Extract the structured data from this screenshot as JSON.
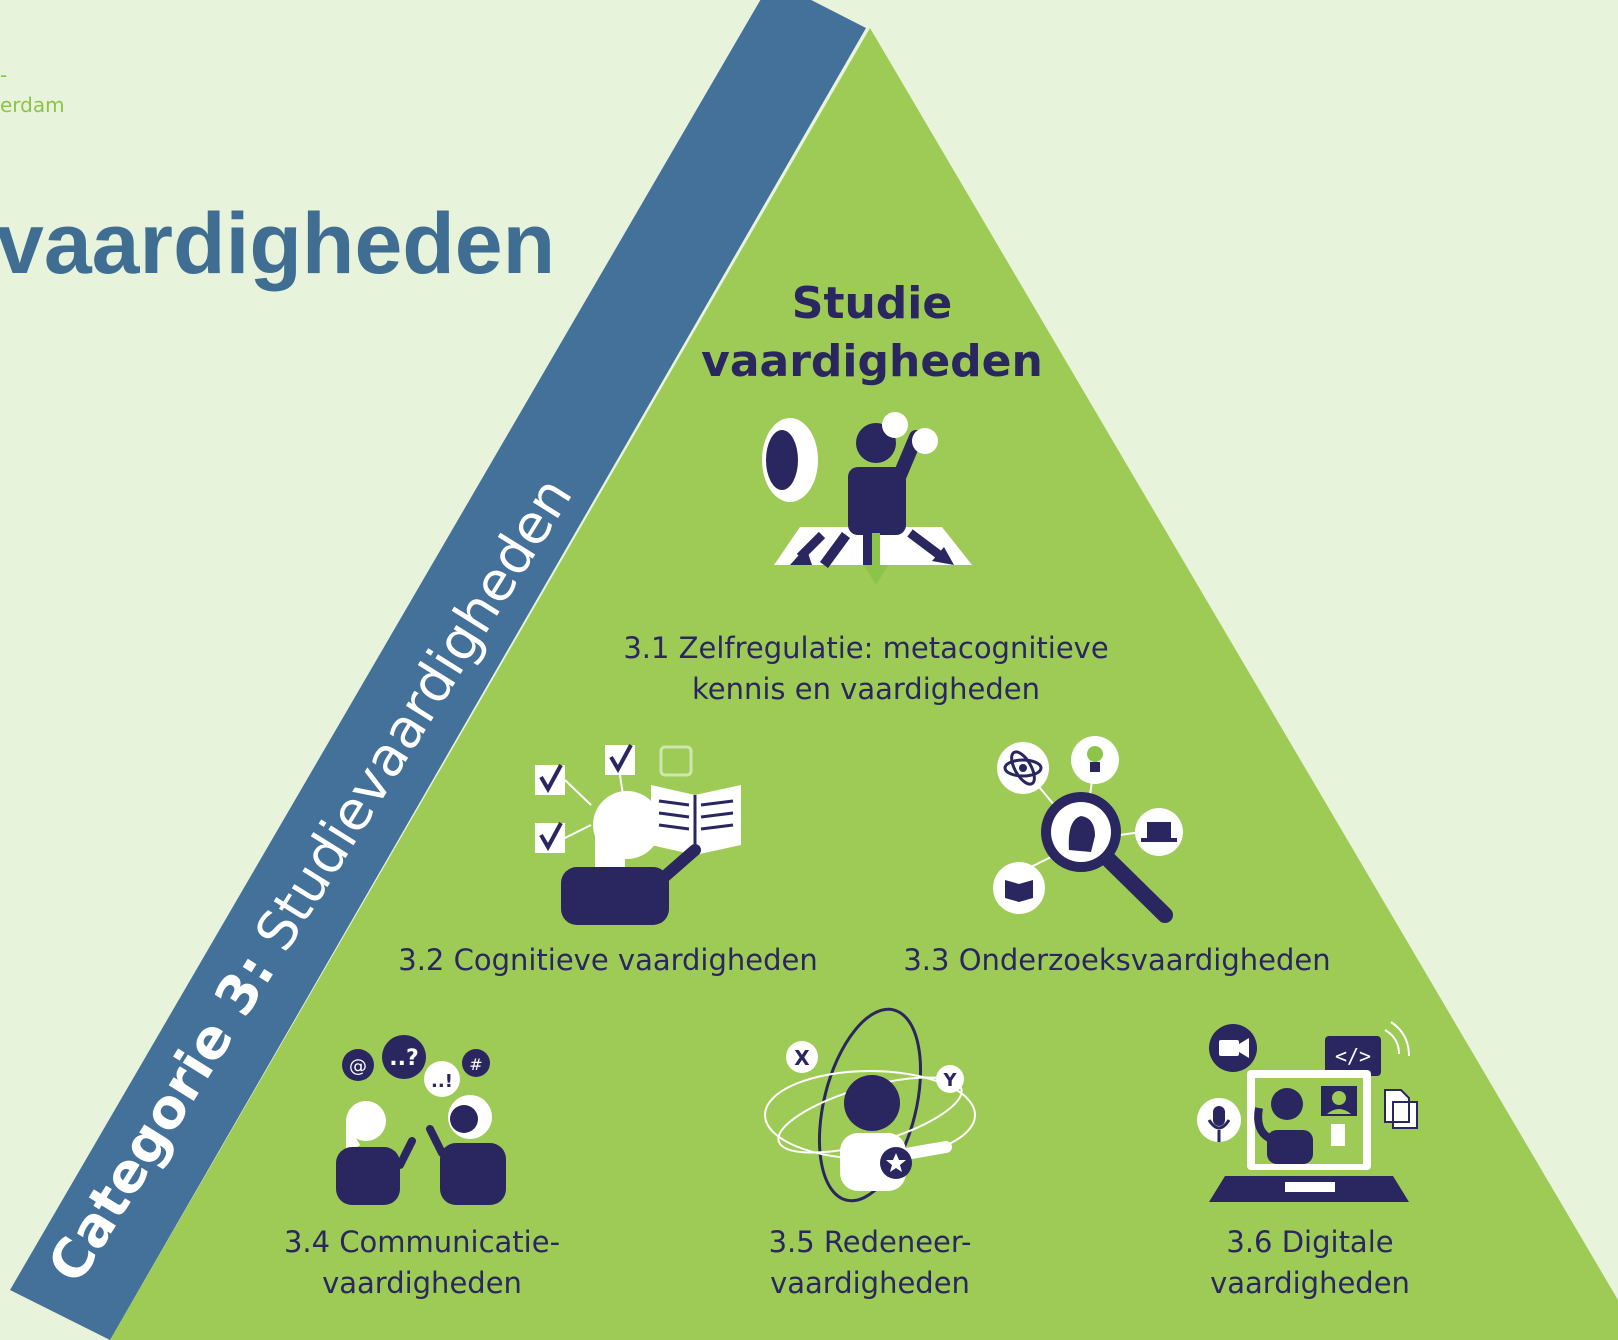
{
  "header": {
    "org_line1": "-",
    "org_line2": "erdam",
    "title": "vaardigheden"
  },
  "band": {
    "label_bold": "Categorie 3:",
    "label_light": " Studievaardigheden"
  },
  "pyramid": {
    "title_line1": "Studie",
    "title_line2": "vaardigheden",
    "items": [
      {
        "number": "3.1",
        "line1": "3.1 Zelfregulatie: metacognitieve",
        "line2": "kennis en vaardigheden",
        "icon": "self-regulation-icon"
      },
      {
        "number": "3.2",
        "line1": "3.2 Cognitieve vaardigheden",
        "line2": "",
        "icon": "reading-checklist-icon"
      },
      {
        "number": "3.3",
        "line1": "3.3 Onderzoeksvaardigheden",
        "line2": "",
        "icon": "magnifier-research-icon"
      },
      {
        "number": "3.4",
        "line1": "3.4 Communicatie-",
        "line2": "vaardigheden",
        "icon": "conversation-icon"
      },
      {
        "number": "3.5",
        "line1": "3.5 Redeneer-",
        "line2": "vaardigheden",
        "icon": "reasoning-orbit-icon"
      },
      {
        "number": "3.6",
        "line1": "3.6 Digitale",
        "line2": "vaardigheden",
        "icon": "laptop-video-call-icon"
      }
    ]
  },
  "colors": {
    "background": "#e8f3dc",
    "triangle": "#9dcb55",
    "band": "#437199",
    "ink": "#2a2660",
    "heading": "#3f6e92",
    "org": "#8cc44a"
  }
}
